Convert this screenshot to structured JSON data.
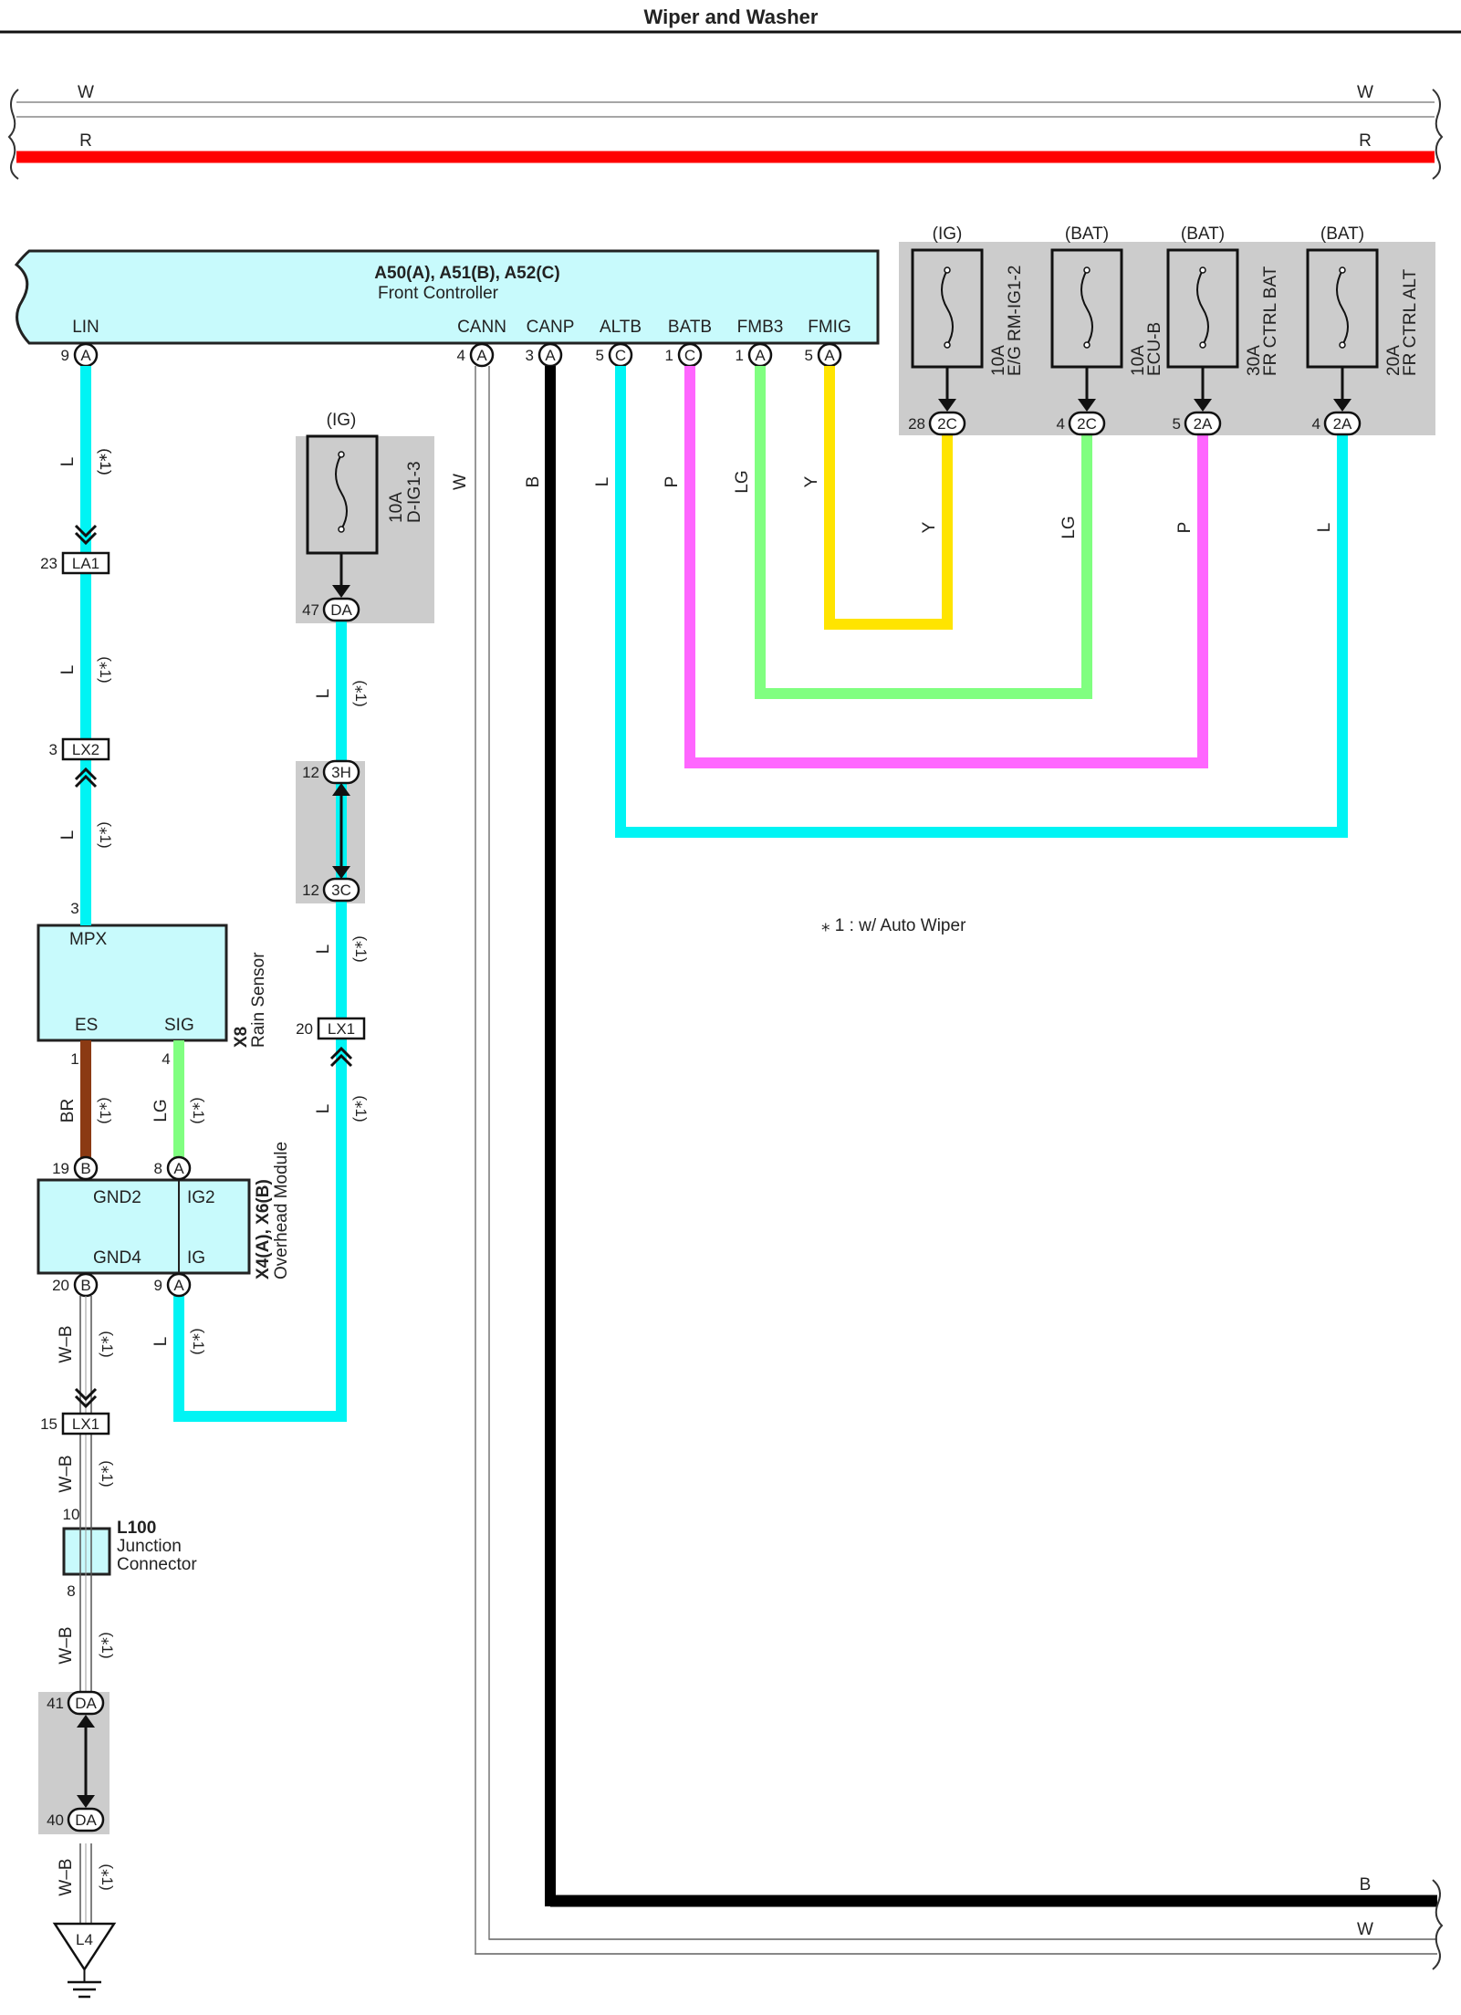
{
  "title": "Wiper and Washer",
  "footnote": "⁎ 1 : w/ Auto Wiper",
  "note_mark": "(⁎1)",
  "bus_wires": {
    "top_w": "W",
    "top_r": "R",
    "bottom_b": "B",
    "bottom_w": "W"
  },
  "colors": {
    "L": "#00f4f4",
    "P": "#ff66ff",
    "LG": "#80ff80",
    "Y": "#ffe400",
    "R": "#ff0000",
    "BR": "#8b3a13",
    "B": "#000000",
    "component_fill": "#c8fafc",
    "fuse_box_bg": "#cccccc"
  },
  "front_controller": {
    "ref": "A50(A), A51(B), A52(C)",
    "name": "Front Controller",
    "pins": [
      {
        "name": "LIN",
        "num": "9",
        "conn": "A"
      },
      {
        "name": "CANN",
        "num": "4",
        "conn": "A"
      },
      {
        "name": "CANP",
        "num": "3",
        "conn": "A"
      },
      {
        "name": "ALTB",
        "num": "5",
        "conn": "C"
      },
      {
        "name": "BATB",
        "num": "1",
        "conn": "C"
      },
      {
        "name": "FMB3",
        "num": "1",
        "conn": "A"
      },
      {
        "name": "FMIG",
        "num": "5",
        "conn": "A"
      }
    ],
    "wire_colors": [
      "L",
      "W",
      "B",
      "L",
      "P",
      "LG",
      "Y"
    ]
  },
  "fuses": [
    {
      "power": "(IG)",
      "amp": "10A",
      "name": "E/G RM-IG1-2",
      "pin": "28",
      "conn": "2C",
      "wire": "Y"
    },
    {
      "power": "(BAT)",
      "amp": "10A",
      "name": "ECU-B",
      "pin": "4",
      "conn": "2C",
      "wire": "LG"
    },
    {
      "power": "(BAT)",
      "amp": "30A",
      "name": "FR CTRL BAT",
      "pin": "5",
      "conn": "2A",
      "wire": "P"
    },
    {
      "power": "(BAT)",
      "amp": "20A",
      "name": "FR CTRL ALT",
      "pin": "4",
      "conn": "2A",
      "wire": "L"
    }
  ],
  "ig_fuse": {
    "power": "(IG)",
    "amp": "10A",
    "name": "D-IG1-3",
    "pin": "47",
    "conn": "DA"
  },
  "connectors": {
    "la1": {
      "pin": "23",
      "name": "LA1"
    },
    "lx2": {
      "pin": "3",
      "name": "LX2"
    },
    "h3": {
      "pin": "12",
      "name": "3H"
    },
    "c3": {
      "pin": "12",
      "name": "3C"
    },
    "lx1_upper": {
      "pin": "20",
      "name": "LX1"
    },
    "lx1_lower": {
      "pin": "15",
      "name": "LX1"
    },
    "da41": {
      "pin": "41",
      "name": "DA"
    },
    "da40": {
      "pin": "40",
      "name": "DA"
    }
  },
  "rain_sensor": {
    "ref": "X8",
    "name": "Rain Sensor",
    "mpx_pin": "3",
    "mpx": "MPX",
    "es": "ES",
    "es_pin": "1",
    "sig": "SIG",
    "sig_pin": "4"
  },
  "overhead_module": {
    "ref": "X4(A), X6(B)",
    "name": "Overhead Module",
    "gnd2": "GND2",
    "gnd2_pin": "19",
    "gnd2_conn": "B",
    "ig2": "IG2",
    "ig2_pin": "8",
    "ig2_conn": "A",
    "gnd4": "GND4",
    "gnd4_pin": "20",
    "gnd4_conn": "B",
    "ig": "IG",
    "ig_pin": "9",
    "ig_conn": "A"
  },
  "junction": {
    "ref": "L100",
    "name1": "Junction",
    "name2": "Connector",
    "pin_top": "10",
    "pin_bottom": "8"
  },
  "ground": {
    "name": "L4"
  },
  "wire_labels": {
    "l": "L",
    "w": "W",
    "b": "B",
    "p": "P",
    "lg": "LG",
    "y": "Y",
    "br": "BR",
    "wb": "W–B"
  }
}
